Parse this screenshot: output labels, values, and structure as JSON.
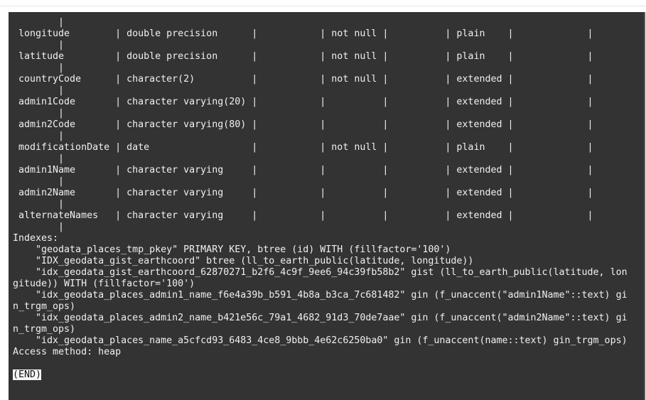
{
  "table": {
    "rows": [
      {
        "column": "longitude",
        "type": "double precision",
        "collation": "",
        "nullable": "not null",
        "default": "",
        "storage": "plain",
        "stats_target": ""
      },
      {
        "column": "latitude",
        "type": "double precision",
        "collation": "",
        "nullable": "not null",
        "default": "",
        "storage": "plain",
        "stats_target": ""
      },
      {
        "column": "countryCode",
        "type": "character(2)",
        "collation": "",
        "nullable": "not null",
        "default": "",
        "storage": "extended",
        "stats_target": ""
      },
      {
        "column": "admin1Code",
        "type": "character varying(20)",
        "collation": "",
        "nullable": "",
        "default": "",
        "storage": "extended",
        "stats_target": ""
      },
      {
        "column": "admin2Code",
        "type": "character varying(80)",
        "collation": "",
        "nullable": "",
        "default": "",
        "storage": "extended",
        "stats_target": ""
      },
      {
        "column": "modificationDate",
        "type": "date",
        "collation": "",
        "nullable": "not null",
        "default": "",
        "storage": "plain",
        "stats_target": ""
      },
      {
        "column": "admin1Name",
        "type": "character varying",
        "collation": "",
        "nullable": "",
        "default": "",
        "storage": "extended",
        "stats_target": ""
      },
      {
        "column": "admin2Name",
        "type": "character varying",
        "collation": "",
        "nullable": "",
        "default": "",
        "storage": "extended",
        "stats_target": ""
      },
      {
        "column": "alternateNames",
        "type": "character varying",
        "collation": "",
        "nullable": "",
        "default": "",
        "storage": "extended",
        "stats_target": ""
      }
    ]
  },
  "indexes_header": "Indexes:",
  "index_lines": [
    "    \"geodata_places_tmp_pkey\" PRIMARY KEY, btree (id) WITH (fillfactor='100')",
    "    \"IDX_geodata_gist_earthcoord\" btree (ll_to_earth_public(latitude, longitude))",
    "    \"idx_geodata_gist_earthcoord_62870271_b2f6_4c9f_9ee6_94c39fb58b2\" gist (ll_to_earth_public(latitude, lon",
    "gitude)) WITH (fillfactor='100')",
    "    \"idx_geodata_places_admin1_name_f6e4a39b_b591_4b8a_b3ca_7c681482\" gin (f_unaccent(\"admin1Name\"::text) gi",
    "n_trgm_ops)",
    "    \"idx_geodata_places_admin2_name_b421e56c_79a1_4682_91d3_70de7aae\" gin (f_unaccent(\"admin2Name\"::text) gi",
    "n_trgm_ops)",
    "    \"idx_geodata_places_name_a5cfcd93_6483_4ce8_9bbb_4e62c6250ba0\" gin (f_unaccent(name::text) gin_trgm_ops)"
  ],
  "access_method": "Access method: heap",
  "pager_status": "(END)"
}
